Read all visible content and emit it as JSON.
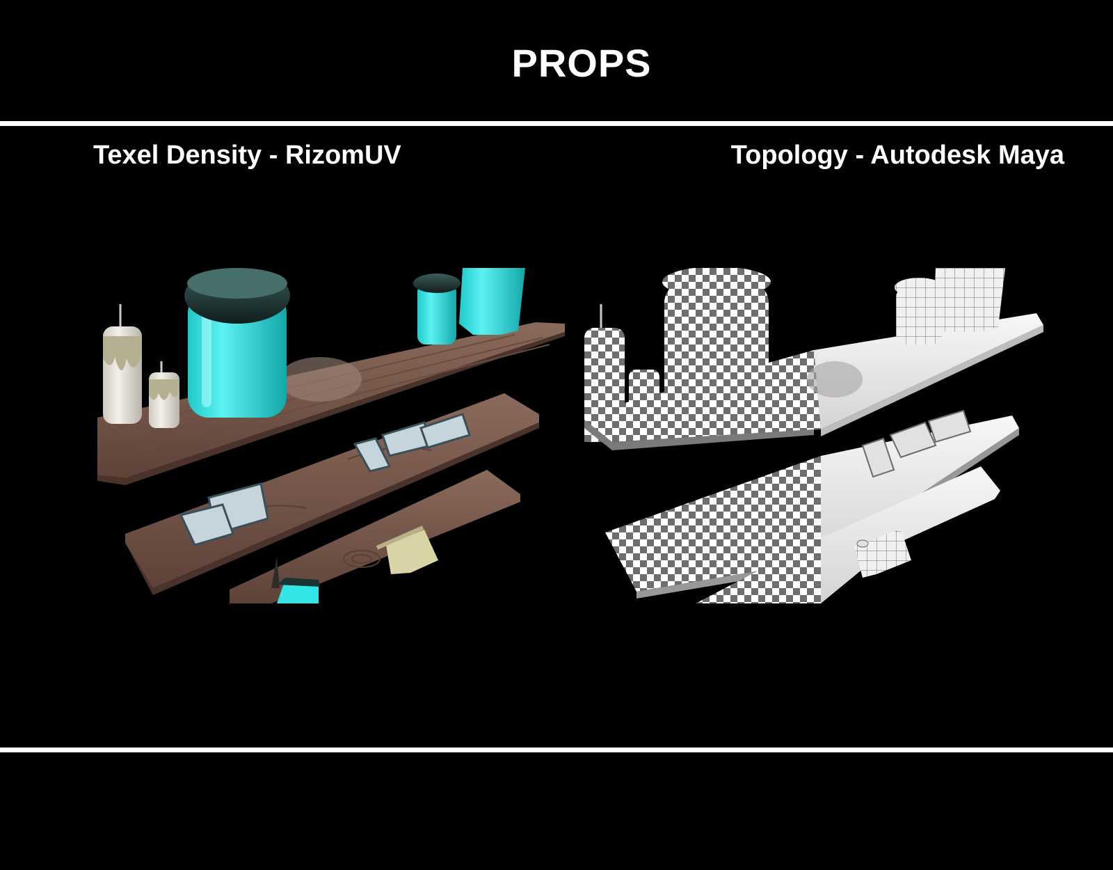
{
  "page": {
    "title": "PROPS"
  },
  "panels": {
    "left": {
      "label": "Texel Density - RizomUV"
    },
    "right": {
      "label": "Topology - Autodesk Maya"
    }
  },
  "colors": {
    "background": "#000000",
    "text": "#ffffff",
    "wood": "#7a5a4c",
    "glass": "#33e6e6",
    "checker_dark": "#6e6e6e",
    "checker_light": "#ffffff",
    "clay": "#e8e6e8"
  }
}
